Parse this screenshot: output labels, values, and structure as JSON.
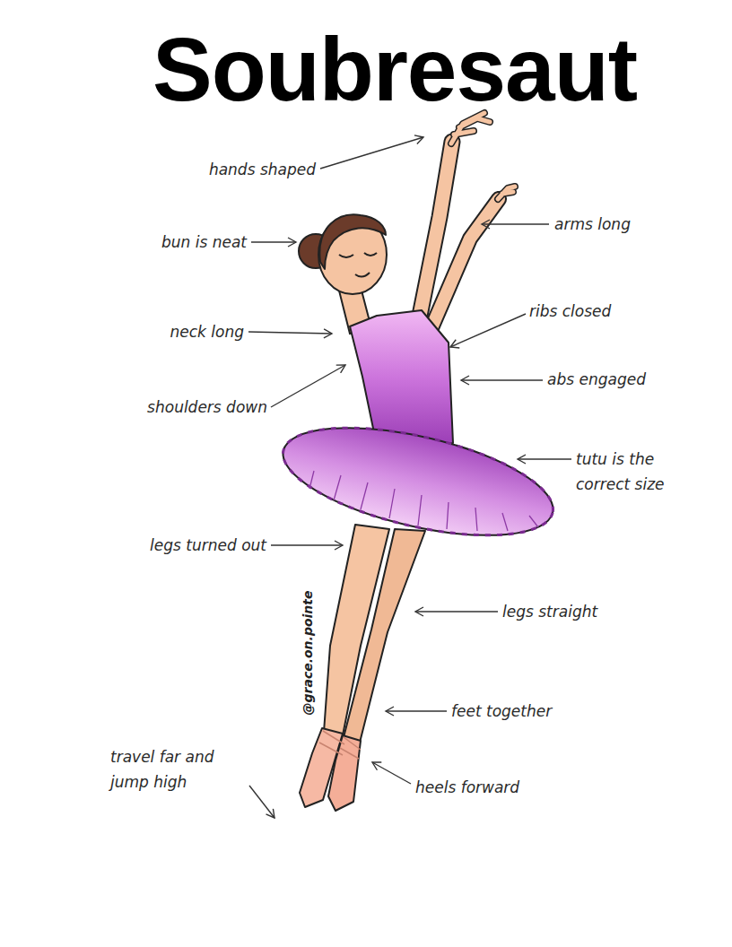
{
  "diagram": {
    "title": "Soubresaut",
    "labels": [
      "hands shaped",
      "arms long",
      "bun is neat",
      "ribs closed",
      "neck long",
      "abs engaged",
      "shoulders down",
      "tutu is the correct size",
      "legs turned out",
      "legs straight",
      "@grace.on.pointe",
      "feet together",
      "travel far and jump high",
      "heels forward"
    ]
  }
}
